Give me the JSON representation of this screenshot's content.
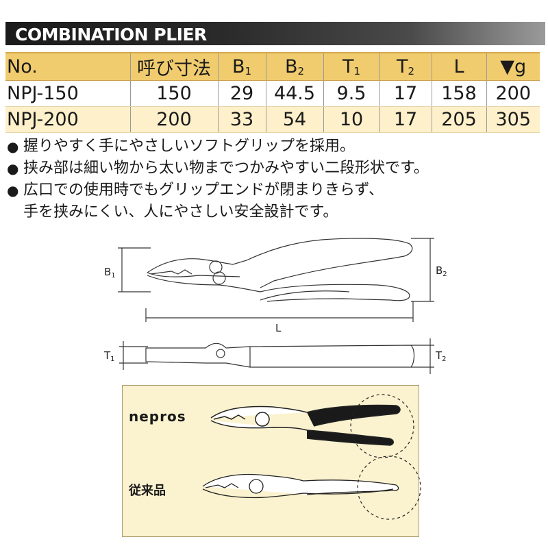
{
  "header": {
    "title": "COMBINATION PLIER"
  },
  "table": {
    "columns": [
      {
        "label": "No.",
        "sub": ""
      },
      {
        "label": "呼び寸法",
        "sub": ""
      },
      {
        "label": "B",
        "sub": "1"
      },
      {
        "label": "B",
        "sub": "2"
      },
      {
        "label": "T",
        "sub": "1"
      },
      {
        "label": "T",
        "sub": "2"
      },
      {
        "label": "L",
        "sub": ""
      },
      {
        "label": "▼g",
        "sub": ""
      }
    ],
    "rows": [
      [
        "NPJ-150",
        "150",
        "29",
        "44.5",
        "9.5",
        "17",
        "158",
        "200"
      ],
      [
        "NPJ-200",
        "200",
        "33",
        "54",
        "10",
        "17",
        "205",
        "305"
      ]
    ]
  },
  "features": [
    "握りやすく手にやさしいソフトグリップを採用。",
    "挟み部は細い物から太い物までつかみやすい二段形状です。",
    "広口での使用時でもグリップエンドが閉まりきらず、",
    "手を挟みにくい、人にやさしい安全設計です。"
  ],
  "diagram": {
    "labels": {
      "b1": "B1",
      "b2": "B2",
      "l": "L",
      "t1": "T1",
      "t2": "T2"
    }
  },
  "comparison": {
    "brand": "nepros",
    "conventional": "従来品"
  },
  "colors": {
    "header_row": "#f0cc6e",
    "alt_row": "#fdf0cb",
    "compare_bg": "#fbf2cf"
  }
}
